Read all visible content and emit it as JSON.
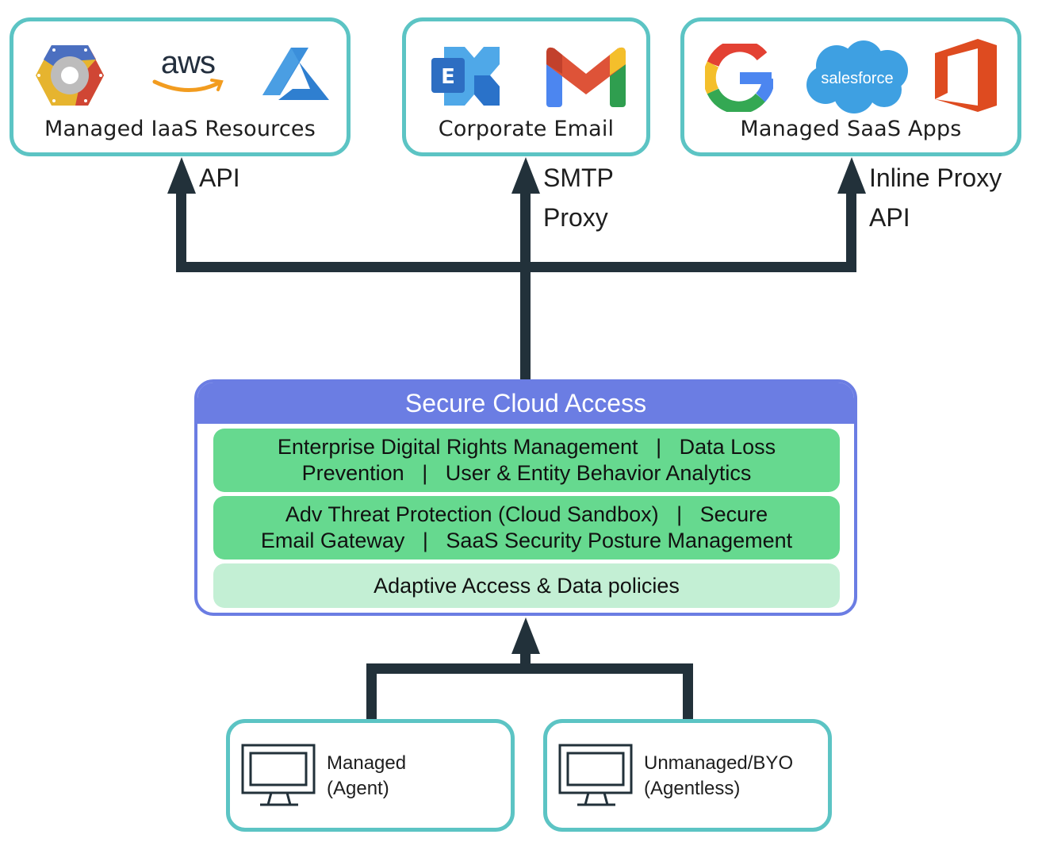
{
  "diagram": {
    "title": "Secure Cloud Access architecture",
    "colors": {
      "card_border": "#5cc4c4",
      "connector": "#22313a",
      "sca_header": "#6b7de3",
      "layer_primary": "#66d98f",
      "layer_light": "#c3efd4"
    },
    "destinations": [
      {
        "id": "iaas",
        "title": "Managed IaaS Resources",
        "logos": [
          "google-cloud-logo",
          "aws-logo",
          "azure-logo"
        ],
        "connection_label_lines": [
          "API"
        ]
      },
      {
        "id": "email",
        "title": "Corporate Email",
        "logos": [
          "exchange-logo",
          "gmail-logo"
        ],
        "connection_label_lines": [
          "SMTP",
          "Proxy"
        ]
      },
      {
        "id": "saas",
        "title": "Managed SaaS Apps",
        "logos": [
          "google-logo",
          "salesforce-logo",
          "office-logo"
        ],
        "connection_label_lines": [
          "Inline Proxy",
          "API"
        ]
      }
    ],
    "logo_text": {
      "aws": "aws",
      "exchange": "E",
      "salesforce": "salesforce"
    },
    "secure_cloud_access": {
      "title": "Secure Cloud Access",
      "layers": [
        {
          "lines": [
            "Enterprise Digital Rights Management   |   Data Loss",
            "Prevention   |   User & Entity Behavior Analytics"
          ],
          "style": "primary"
        },
        {
          "lines": [
            "Adv Threat Protection (Cloud Sandbox)   |   Secure",
            "Email Gateway   |   SaaS Security Posture Management"
          ],
          "style": "primary"
        },
        {
          "lines": [
            "Adaptive Access & Data policies"
          ],
          "style": "light"
        }
      ]
    },
    "devices": [
      {
        "id": "managed",
        "icon": "monitor-icon",
        "lines": [
          "Managed",
          "(Agent)"
        ]
      },
      {
        "id": "unmanaged",
        "icon": "monitor-icon",
        "lines": [
          "Unmanaged/BYO",
          "(Agentless)"
        ]
      }
    ]
  }
}
